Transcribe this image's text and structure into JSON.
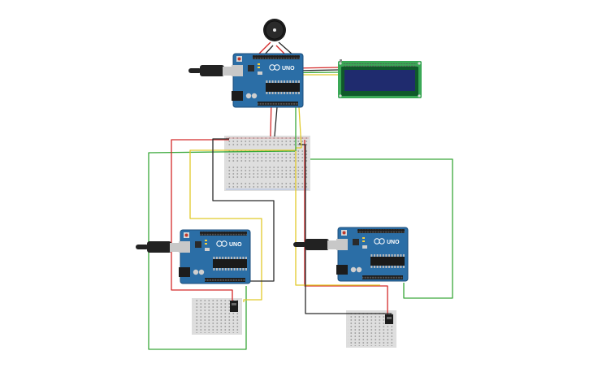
{
  "colors": {
    "board": "#2b6ea6",
    "board_edge": "#1c4f7c",
    "header": "#1e1e1e",
    "chip": "#1a1a1a",
    "usb": "#c8c8c8",
    "cable": "#222222",
    "breadboard": "#dedede",
    "lcd_pcb": "#3aa856",
    "lcd_screen": "#1f2b6e",
    "buzzer": "#1c1c1c",
    "wire_red": "#d42a2a",
    "wire_black": "#2a2a2a",
    "wire_green": "#3aa83a",
    "wire_yellow": "#e1c92a"
  },
  "boards": [
    {
      "name": "arduino-top",
      "label": "UNO"
    },
    {
      "name": "arduino-left",
      "label": "UNO"
    },
    {
      "name": "arduino-right",
      "label": "UNO"
    }
  ],
  "icons": {
    "usb": "usb-cable-icon",
    "buzzer": "piezo-buzzer-icon",
    "lcd": "lcd-display-icon",
    "sensor": "sensor-module-icon"
  }
}
